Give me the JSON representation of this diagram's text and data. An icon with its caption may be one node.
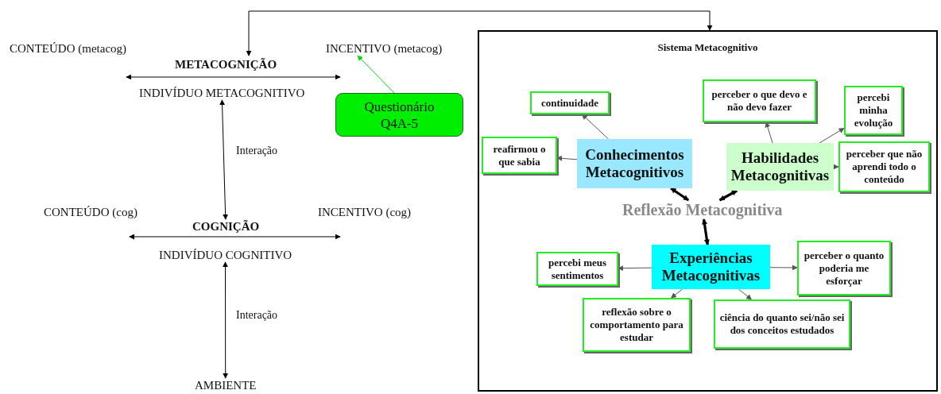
{
  "diagram": {
    "nodes": [
      {
        "text": [
          "CONTEÚDO (metacog)"
        ]
      },
      {
        "text": [
          "INCENTIVO (metacog)"
        ]
      },
      {
        "text": [
          "METACOGNIÇÃO"
        ]
      },
      {
        "text": [
          "INDIVÍDUO METACOGNITIVO"
        ]
      },
      {
        "text": [
          "Questionário Q4A-5"
        ]
      },
      {
        "text": [
          "CONTEÚDO (cog)"
        ]
      },
      {
        "text": [
          "INCENTIVO (cog)"
        ]
      },
      {
        "text": [
          "COGNIÇÃO"
        ]
      },
      {
        "text": [
          "INDIVÍDUO COGNITIVO"
        ]
      },
      {
        "text": [
          "AMBIENTE"
        ]
      },
      {
        "text": [
          "Sistema Metacognitivo"
        ]
      },
      {
        "text": [
          "continuidade"
        ],
        "in": 10
      },
      {
        "text": [
          "perceber o que devo e não devo fazer"
        ],
        "in": 10
      },
      {
        "text": [
          "percebi minha evolução"
        ],
        "in": 10
      },
      {
        "text": [
          "reafirmou o que sabia"
        ],
        "in": 10
      },
      {
        "text": [
          "Conhecimentos Metacognitivos"
        ],
        "in": 10
      },
      {
        "text": [
          "Habilidades Metacognitivas"
        ],
        "in": 10
      },
      {
        "text": [
          "perceber que não aprendi todo o conteúdo"
        ],
        "in": 10
      },
      {
        "text": [
          "Reflexão Metacognitiva"
        ],
        "in": 10
      },
      {
        "text": [
          "percebi meus sentimentos"
        ],
        "in": 10
      },
      {
        "text": [
          "Experiências Metacognitivas"
        ],
        "in": 10
      },
      {
        "text": [
          "perceber o quanto poderia me esforçar"
        ],
        "in": 10
      },
      {
        "text": [
          "reflexão sobre o comportamento para estudar"
        ],
        "in": 10
      },
      {
        "text": [
          "ciência do quanto sei/não sei dos conceitos estudados"
        ],
        "in": 10
      }
    ],
    "edges": [
      {
        "from": 2,
        "to": 10,
        "arrow": "both",
        "color": "#000000"
      },
      {
        "from": 0,
        "to": 1,
        "arrow": "both",
        "color": "#000000"
      },
      {
        "from": 5,
        "to": 6,
        "arrow": "both",
        "color": "#000000"
      },
      {
        "from": 3,
        "to": 7,
        "arrow": "both",
        "label": "Interação",
        "color": "#000000"
      },
      {
        "from": 8,
        "to": 9,
        "arrow": "both",
        "label": "Interação",
        "color": "#000000"
      },
      {
        "from": 4,
        "to": 1,
        "arrow": "to",
        "color": "#00dd00"
      },
      {
        "from": 15,
        "to": 11,
        "arrow": "to"
      },
      {
        "from": 15,
        "to": 14,
        "arrow": "to"
      },
      {
        "from": 16,
        "to": 12,
        "arrow": "to"
      },
      {
        "from": 16,
        "to": 13,
        "arrow": "to"
      },
      {
        "from": 16,
        "to": 17,
        "arrow": "to"
      },
      {
        "from": 15,
        "to": 18,
        "arrow": "both",
        "style": "thick",
        "color": "#000000"
      },
      {
        "from": 16,
        "to": 18,
        "arrow": "both",
        "style": "thick",
        "color": "#000000"
      },
      {
        "from": 18,
        "to": 20,
        "arrow": "both",
        "style": "thick",
        "color": "#000000"
      },
      {
        "from": 20,
        "to": 19,
        "arrow": "to"
      },
      {
        "from": 20,
        "to": 21,
        "arrow": "to"
      },
      {
        "from": 20,
        "to": 22,
        "arrow": "to"
      },
      {
        "from": 20,
        "to": 23,
        "arrow": "to"
      }
    ]
  }
}
